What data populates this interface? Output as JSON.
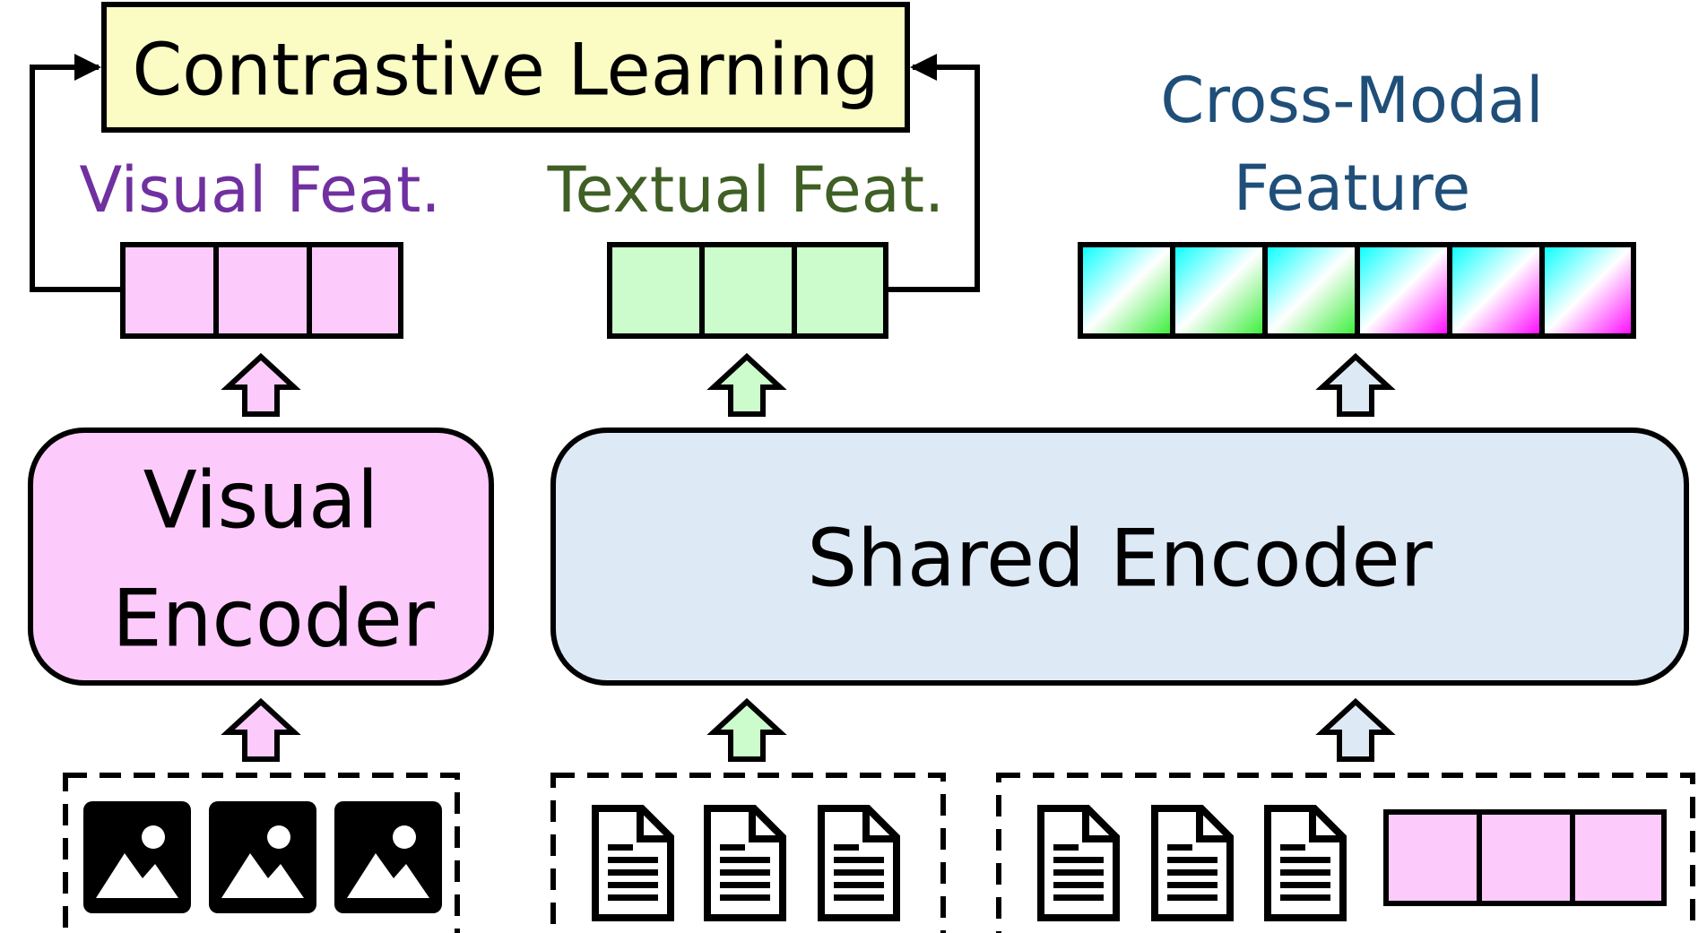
{
  "diagram": {
    "contrastive_box": {
      "label": "Contrastive Learning",
      "fill": "#fafcc4"
    },
    "visual_feat": {
      "label": "Visual Feat.",
      "color": "#7030a0",
      "cell_fill": "#fccbfc"
    },
    "textual_feat": {
      "label": "Textual Feat.",
      "color": "#3f5f25",
      "cell_fill": "#ccfccc"
    },
    "cross_modal": {
      "line1": "Cross-Modal",
      "line2": "Feature",
      "color": "#1f4e79"
    },
    "visual_encoder": {
      "line1": "Visual",
      "line2": "Encoder",
      "fill": "#fccbfc"
    },
    "shared_encoder": {
      "label": "Shared Encoder",
      "fill": "#dee9f6"
    },
    "colors": {
      "outline": "#000000",
      "arrow_pink": "#fccbfc",
      "arrow_green": "#ccfccc",
      "arrow_blue": "#dee9f6",
      "gradient_cyan": "#00ffff",
      "gradient_green": "#33ee33",
      "gradient_magenta": "#ff00ff"
    },
    "icons": {
      "image": "image-icon",
      "document": "document-icon"
    }
  }
}
